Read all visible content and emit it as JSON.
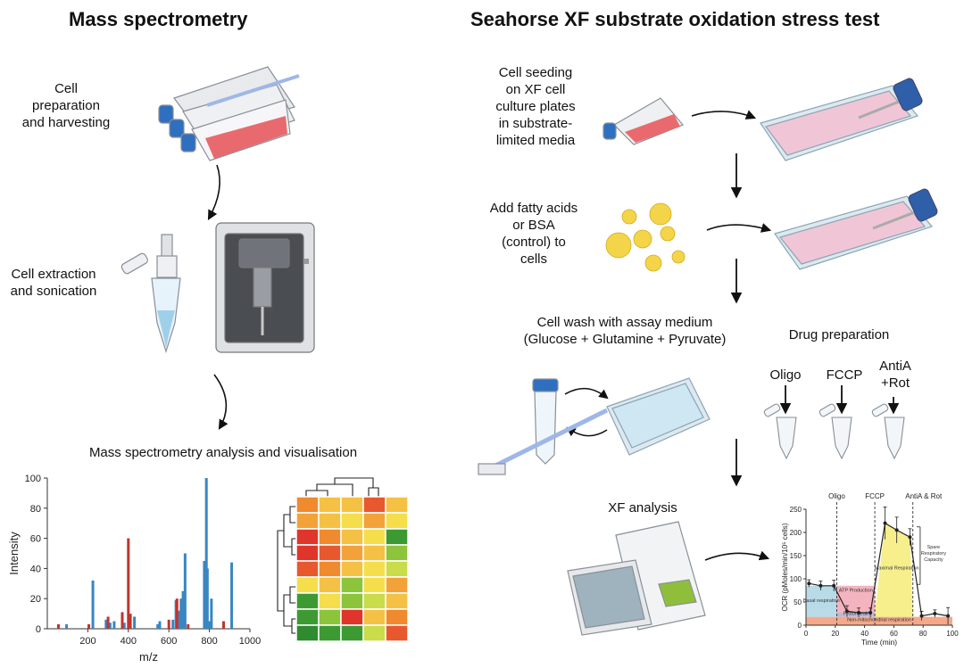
{
  "left_title": "Mass spectrometry",
  "right_title": "Seahorse XF substrate oxidation stress test",
  "left_steps": {
    "step1": [
      "Cell",
      "preparation",
      "and harvesting"
    ],
    "step2": [
      "Cell extraction",
      "and sonication"
    ],
    "step3": "Mass spectrometry analysis and visualisation"
  },
  "right_steps": {
    "step1": [
      "Cell seeding",
      "on XF cell",
      "culture plates",
      "in substrate-",
      "limited media"
    ],
    "step2": [
      "Add fatty acids",
      "or BSA",
      "(control) to",
      "cells"
    ],
    "step3": [
      "Cell wash with assay medium",
      "(Glucose + Glutamine + Pyruvate)"
    ],
    "drug_title": "Drug preparation",
    "drugs": [
      "Oligo",
      "FCCP",
      "AntiA\n+Rot"
    ],
    "step4": "XF analysis"
  },
  "chart_data": [
    {
      "type": "bar",
      "xlabel": "m/z",
      "ylabel": "Intensity",
      "xlim": [
        0,
        1000
      ],
      "ylim": [
        0,
        100
      ],
      "xticks": [
        200,
        400,
        600,
        800,
        1000
      ],
      "yticks": [
        0,
        20,
        40,
        60,
        80,
        100
      ],
      "colors": {
        "blue": "#3a86c0",
        "red": "#c0342e"
      },
      "series": [
        {
          "color": "blue",
          "x": [
            95,
            225,
            290,
            310,
            330,
            380,
            430,
            545,
            555,
            620,
            635,
            650,
            660,
            670,
            680,
            775,
            785,
            790,
            800,
            810,
            910
          ],
          "y": [
            3,
            32,
            6,
            4,
            5,
            4,
            8,
            3,
            5,
            6,
            19,
            12,
            20,
            25,
            50,
            45,
            100,
            40,
            5,
            20,
            44
          ]
        },
        {
          "color": "red",
          "x": [
            55,
            205,
            300,
            370,
            400,
            410,
            600,
            640,
            695,
            870
          ],
          "y": [
            3,
            3,
            8,
            11,
            60,
            10,
            6,
            20,
            3,
            5
          ]
        }
      ]
    },
    {
      "type": "heatmap",
      "rows": 9,
      "cols": 5,
      "values": [
        [
          "#f08a2e",
          "#f5c144",
          "#f5c144",
          "#e8582e",
          "#f5c144"
        ],
        [
          "#f3a23a",
          "#f5c144",
          "#f5de4c",
          "#f3a23a",
          "#f5de4c"
        ],
        [
          "#e0352a",
          "#f08a2e",
          "#f5c144",
          "#f5de4c",
          "#3d9a32"
        ],
        [
          "#e0352a",
          "#e8582e",
          "#f3a23a",
          "#f5c144",
          "#8cc43c"
        ],
        [
          "#e8582e",
          "#f08a2e",
          "#f5c144",
          "#f5de4c",
          "#c9dc4a"
        ],
        [
          "#f5de4c",
          "#f5c144",
          "#8cc43c",
          "#f5de4c",
          "#f3a23a"
        ],
        [
          "#3d9a32",
          "#f5de4c",
          "#8cc43c",
          "#c9dc4a",
          "#f5c144"
        ],
        [
          "#3d9a32",
          "#8cc43c",
          "#e0352a",
          "#f5c144",
          "#f08a2e"
        ],
        [
          "#2e8b2e",
          "#3d9a32",
          "#3d9a32",
          "#c9dc4a",
          "#e8582e"
        ]
      ]
    },
    {
      "type": "line",
      "xlabel": "Time (min)",
      "ylabel": "OCR (pMoles/min/10⁵ cells)",
      "xlim": [
        0,
        100
      ],
      "ylim": [
        0,
        250
      ],
      "xticks": [
        0,
        20,
        40,
        60,
        80,
        100
      ],
      "yticks": [
        0,
        50,
        100,
        150,
        200,
        250
      ],
      "injections": [
        {
          "label": "Oligo",
          "x": 21
        },
        {
          "label": "FCCP",
          "x": 47
        },
        {
          "label": "AntiA & Rot",
          "x": 73
        }
      ],
      "regions": [
        {
          "label": "Basal respiration",
          "color": "#b9dbe8"
        },
        {
          "label": "ATP Production",
          "color": "#f3b4c0"
        },
        {
          "label": "Proton leak",
          "color": "#b9b9d8"
        },
        {
          "label": "Maximal Respiration",
          "color": "#f7ef8c"
        },
        {
          "label": "Non-mitochondrial respiration",
          "color": "#f4a98a"
        }
      ],
      "annotation": "Spare Respiratory Capacity",
      "series": [
        {
          "x": [
            2,
            10,
            19,
            28,
            36,
            44,
            54,
            62,
            71,
            79,
            88,
            97
          ],
          "y": [
            90,
            85,
            85,
            30,
            27,
            27,
            220,
            205,
            190,
            20,
            25,
            20
          ],
          "err": [
            8,
            10,
            12,
            12,
            10,
            10,
            35,
            28,
            18,
            10,
            8,
            18
          ]
        }
      ],
      "baselines": {
        "non_mito": 18,
        "basal": 85,
        "leak": 27
      }
    }
  ]
}
